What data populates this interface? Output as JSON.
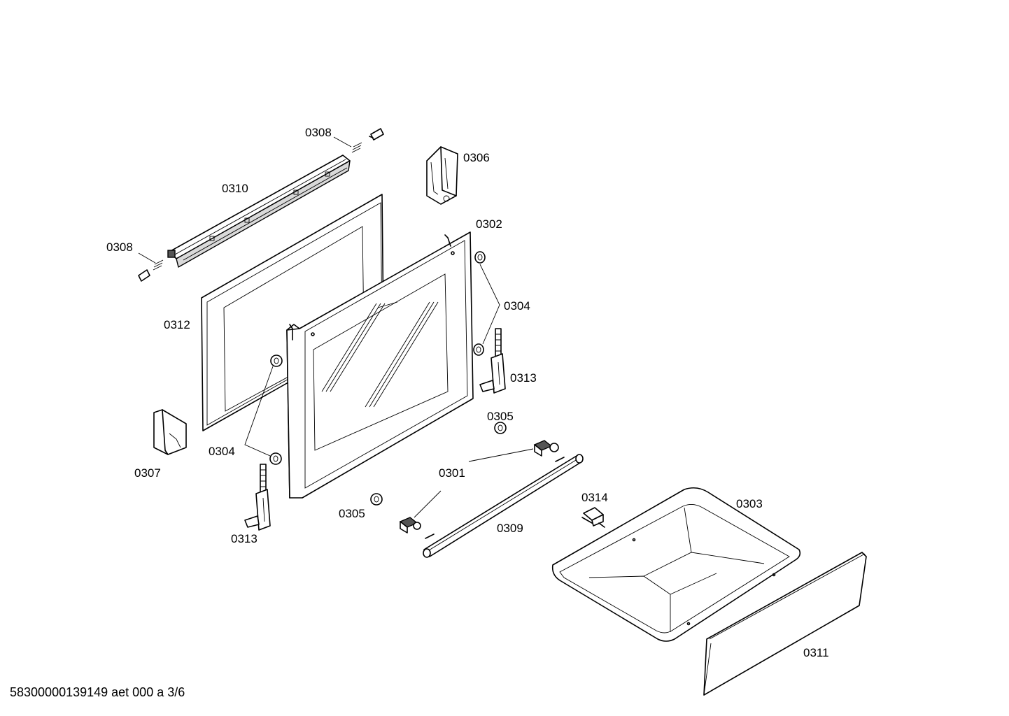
{
  "labels": {
    "l0301": "0301",
    "l0302": "0302",
    "l0303": "0303",
    "l0304a": "0304",
    "l0304b": "0304",
    "l0305a": "0305",
    "l0305b": "0305",
    "l0306": "0306",
    "l0307": "0307",
    "l0308a": "0308",
    "l0308b": "0308",
    "l0309": "0309",
    "l0310": "0310",
    "l0311": "0311",
    "l0312": "0312",
    "l0313a": "0313",
    "l0313b": "0313",
    "l0314": "0314"
  },
  "footer": "58300000139149 aet 000 a 3/6"
}
